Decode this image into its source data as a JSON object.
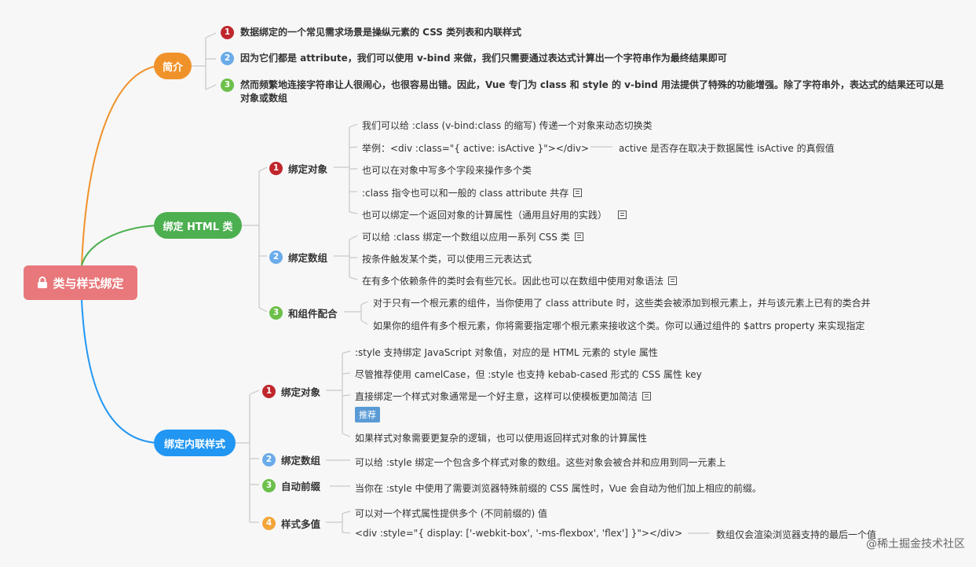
{
  "root": {
    "label": "类与样式绑定",
    "icon": "lock-icon",
    "color": "#e8787b"
  },
  "branches": {
    "intro": {
      "label": "简介",
      "color": "#f0922a",
      "items": [
        {
          "num": "1",
          "text": "数据绑定的一个常见需求场景是操纵元素的 CSS 类列表和内联样式"
        },
        {
          "num": "2",
          "text": "因为它们都是 attribute，我们可以使用 v-bind 来做，我们只需要通过表达式计算出一个字符串作为最终结果即可"
        },
        {
          "num": "3",
          "text": "然而频繁地连接字符串让人很闹心，也很容易出错。因此，Vue 专门为 class 和 style 的 v-bind 用法提供了特殊的功能增强。除了字符串外，表达式的结果还可以是对象或数组"
        }
      ]
    },
    "html_class": {
      "label": "绑定 HTML 类",
      "color": "#4caf50",
      "subs": [
        {
          "num": "1",
          "label": "绑定对象",
          "items": [
            "我们可以给 :class (v-bind:class 的缩写) 传递一个对象来动态切换类",
            "举例：<div :class=\"{ active: isActive }\"></div>",
            "也可以在对象中写多个字段来操作多个类",
            ":class 指令也可以和一般的 class attribute 共存",
            "也可以绑定一个返回对象的计算属性（通用且好用的实践）"
          ],
          "example_note": "active 是否存在取决于数据属性 isActive 的真假值"
        },
        {
          "num": "2",
          "label": "绑定数组",
          "items": [
            "可以给 :class 绑定一个数组以应用一系列 CSS 类",
            "按条件触发某个类，可以使用三元表达式",
            "在有多个依赖条件的类时会有些冗长。因此也可以在数组中使用对象语法"
          ]
        },
        {
          "num": "3",
          "label": "和组件配合",
          "items": [
            "对于只有一个根元素的组件，当你使用了 class attribute 时，这些类会被添加到根元素上，并与该元素上已有的类合并",
            "如果你的组件有多个根元素，你将需要指定哪个根元素来接收这个类。你可以通过组件的 $attrs property 来实现指定"
          ]
        }
      ]
    },
    "inline_style": {
      "label": "绑定内联样式",
      "color": "#2196f3",
      "subs": [
        {
          "num": "1",
          "label": "绑定对象",
          "items": [
            ":style 支持绑定 JavaScript 对象值，对应的是 HTML 元素的 style 属性",
            "尽管推荐使用 camelCase，但 :style 也支持 kebab-cased 形式的 CSS 属性 key",
            "直接绑定一个样式对象通常是一个好主意，这样可以使模板更加简洁",
            "如果样式对象需要更复杂的逻辑，也可以使用返回样式对象的计算属性"
          ],
          "tag": "推荐"
        },
        {
          "num": "2",
          "label": "绑定数组",
          "items": [
            "可以给 :style 绑定一个包含多个样式对象的数组。这些对象会被合并和应用到同一元素上"
          ]
        },
        {
          "num": "3",
          "label": "自动前缀",
          "items": [
            "当你在 :style 中使用了需要浏览器特殊前缀的 CSS 属性时，Vue 会自动为他们加上相应的前缀。"
          ]
        },
        {
          "num": "4",
          "label": "样式多值",
          "items": [
            "可以对一个样式属性提供多个 (不同前缀的) 值",
            "<div :style=\"{ display: ['-webkit-box', '-ms-flexbox', 'flex'] }\"></div>"
          ],
          "example_note": "数组仅会渲染浏览器支持的最后一个值"
        }
      ]
    }
  },
  "watermark": "@稀土掘金技术社区"
}
